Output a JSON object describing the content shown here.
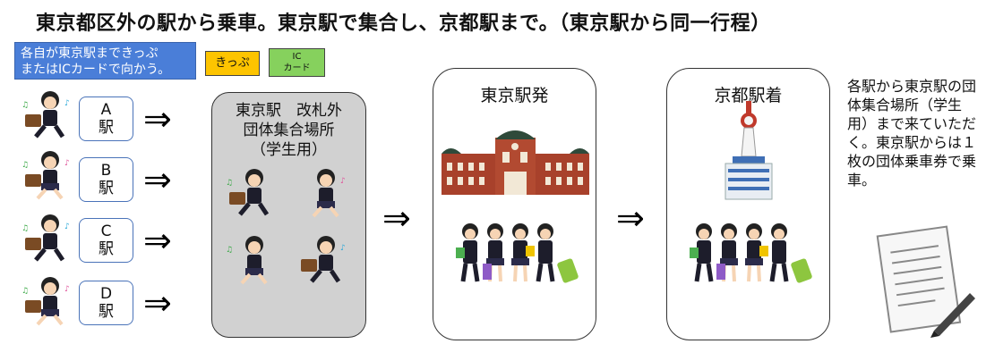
{
  "title": "東京都区外の駅から乗車。東京駅で集合し、京都駅まで。（東京駅から同一行程）",
  "note": {
    "line1": "各自が東京駅まできっぷ",
    "line2": "またはICカードで向かう。"
  },
  "tags": {
    "ticket": "きっぷ",
    "ic_line1": "IC",
    "ic_line2": "カード"
  },
  "stations": [
    {
      "letter": "A",
      "suffix": "駅"
    },
    {
      "letter": "B",
      "suffix": "駅"
    },
    {
      "letter": "C",
      "suffix": "駅"
    },
    {
      "letter": "D",
      "suffix": "駅"
    }
  ],
  "arrow_symbol": "⇒",
  "gathering": {
    "line1": "東京駅　改札外",
    "line2": "団体集合場所",
    "line3": "（学生用）"
  },
  "departure": {
    "title": "東京駅発"
  },
  "arrival": {
    "title": "京都駅着"
  },
  "side_note": "各駅から東京駅の団体集合場所（学生用）まで来ていただく。東京駅からは１枚の団体乗車券で乗車。",
  "colors": {
    "note_bg": "#4a7ed8",
    "ticket_tag": "#fdc400",
    "ic_tag": "#86d15d",
    "gathering_bg": "#d1d1d1",
    "station_border": "#4a73b9"
  }
}
